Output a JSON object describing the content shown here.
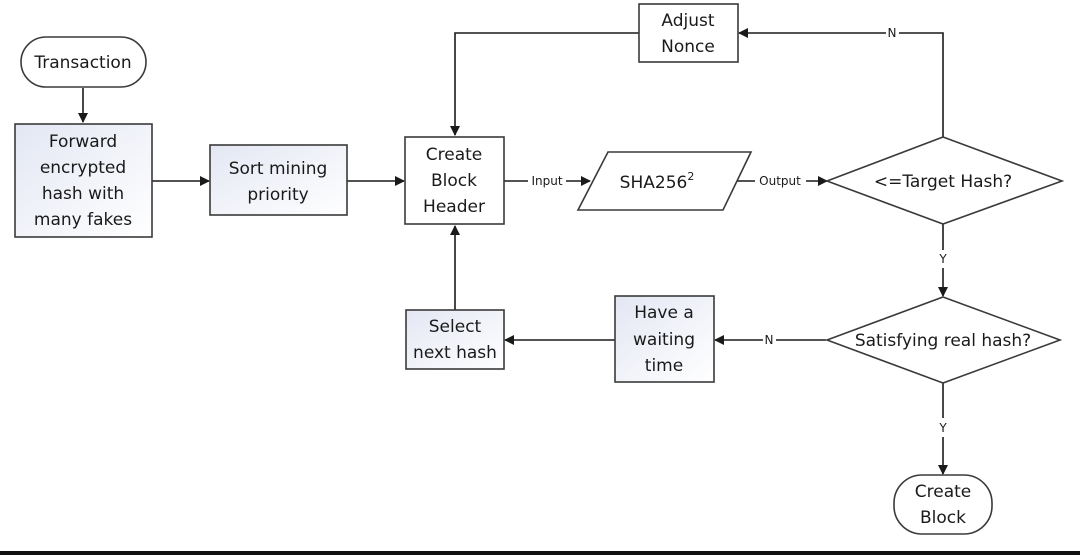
{
  "diagram": {
    "title": "Mining flowchart with fake hashes",
    "colors": {
      "line": "#1a1a1a",
      "box_fill_gradient_start": "#e6e9f4",
      "box_fill_gradient_end": "#ffffff",
      "plain_fill": "#ffffff"
    },
    "nodes": {
      "transaction": {
        "type": "terminator",
        "lines": [
          "Transaction"
        ]
      },
      "forward": {
        "type": "process",
        "lines": [
          "Forward",
          "encrypted",
          "hash with",
          "many fakes"
        ]
      },
      "sort": {
        "type": "process",
        "lines": [
          "Sort mining",
          "priority"
        ]
      },
      "create_header": {
        "type": "process",
        "lines": [
          "Create",
          "Block",
          "Header"
        ]
      },
      "adjust_nonce": {
        "type": "process",
        "lines": [
          "Adjust",
          "Nonce"
        ]
      },
      "sha": {
        "type": "data",
        "text": "SHA256",
        "superscript": "2"
      },
      "target": {
        "type": "decision",
        "lines": [
          "<=Target Hash?"
        ]
      },
      "satisfy": {
        "type": "decision",
        "lines": [
          "Satisfying real hash?"
        ]
      },
      "wait": {
        "type": "process",
        "lines": [
          "Have a",
          "waiting",
          "time"
        ]
      },
      "select": {
        "type": "process",
        "lines": [
          "Select",
          "next hash"
        ]
      },
      "create_block": {
        "type": "terminator",
        "lines": [
          "Create",
          "Block"
        ]
      }
    },
    "edges": {
      "input_label": "Input",
      "output_label": "Output",
      "target_no": "N",
      "target_yes": "Y",
      "satisfy_no": "N",
      "satisfy_yes": "Y"
    }
  }
}
